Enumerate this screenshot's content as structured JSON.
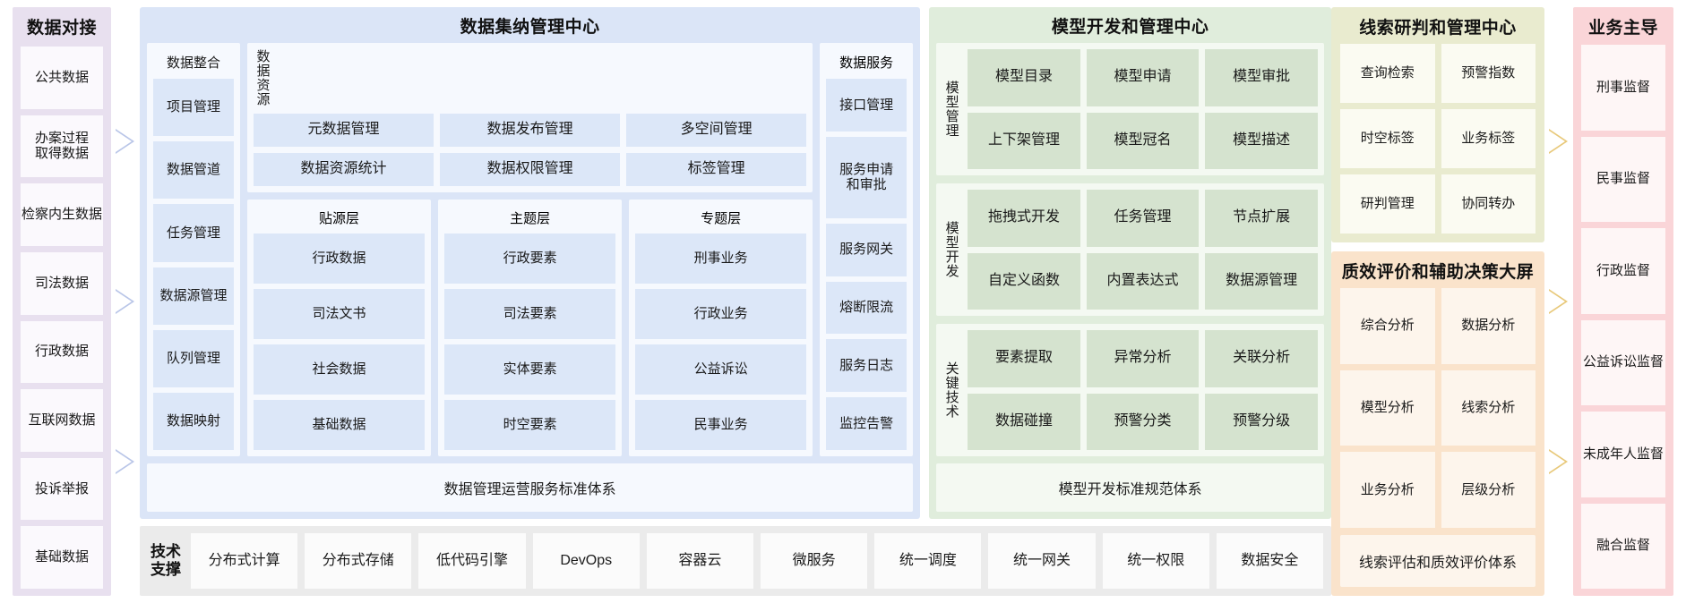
{
  "left_column": {
    "title": "数据对接",
    "items": [
      "公共数据",
      "办案过程\n取得数据",
      "检察内生数据",
      "司法数据",
      "行政数据",
      "互联网数据",
      "投诉举报",
      "基础数据"
    ]
  },
  "data_center": {
    "title": "数据集纳管理中心",
    "integration": {
      "header": "数据整合",
      "items": [
        "项目管理",
        "数据管道",
        "任务管理",
        "数据源管理",
        "队列管理",
        "数据映射"
      ]
    },
    "resource": {
      "side_label": "数据资源",
      "items": [
        "元数据管理",
        "数据发布管理",
        "多空间管理",
        "数据资源统计",
        "数据权限管理",
        "标签管理"
      ]
    },
    "layers": [
      {
        "header": "贴源层",
        "items": [
          "行政数据",
          "司法文书",
          "社会数据",
          "基础数据"
        ]
      },
      {
        "header": "主题层",
        "items": [
          "行政要素",
          "司法要素",
          "实体要素",
          "时空要素"
        ]
      },
      {
        "header": "专题层",
        "items": [
          "刑事业务",
          "行政业务",
          "公益诉讼",
          "民事业务"
        ]
      }
    ],
    "service": {
      "header": "数据服务",
      "items": [
        "接口管理",
        "服务申请\n和审批",
        "服务网关",
        "熔断限流",
        "服务日志",
        "监控告警"
      ]
    },
    "standard_bar": "数据管理运营服务标准体系"
  },
  "model_center": {
    "title": "模型开发和管理中心",
    "blocks": [
      {
        "side_label": "模型管理",
        "items": [
          "模型目录",
          "模型申请",
          "模型审批",
          "上下架管理",
          "模型冠名",
          "模型描述"
        ]
      },
      {
        "side_label": "模型开发",
        "items": [
          "拖拽式开发",
          "任务管理",
          "节点扩展",
          "自定义函数",
          "内置表达式",
          "数据源管理"
        ]
      },
      {
        "side_label": "关键技术",
        "items": [
          "要素提取",
          "异常分析",
          "关联分析",
          "数据碰撞",
          "预警分类",
          "预警分级"
        ]
      }
    ],
    "standard_bar": "模型开发标准规范体系"
  },
  "clue_center": {
    "title": "线索研判和管理中心",
    "items": [
      "查询检索",
      "预警指数",
      "时空标签",
      "业务标签",
      "研判管理",
      "协同转办"
    ]
  },
  "quality_center": {
    "title": "质效评价和辅助决策大屏",
    "items": [
      "综合分析",
      "数据分析",
      "模型分析",
      "线索分析",
      "业务分析",
      "层级分析"
    ],
    "standard_bar": "线索评估和质效评价体系"
  },
  "right_column": {
    "title": "业务主导",
    "items": [
      "刑事监督",
      "民事监督",
      "行政监督",
      "公益诉讼监督",
      "未成年人监督",
      "融合监督"
    ]
  },
  "tech_bar": {
    "label": "技术\n支撑",
    "items": [
      "分布式计算",
      "分布式存储",
      "低代码引擎",
      "DevOps",
      "容器云",
      "微服务",
      "统一调度",
      "统一网关",
      "统一权限",
      "数据安全"
    ]
  },
  "colors": {
    "data_center": "#dbe5f7",
    "model_center": "#e0eddc",
    "clue_center": "#e9ebcf",
    "quality_center": "#fae3cb",
    "business_column": "#fad5d8",
    "source_column": "#e8e0ef",
    "tech_bar": "#ebebeb"
  }
}
